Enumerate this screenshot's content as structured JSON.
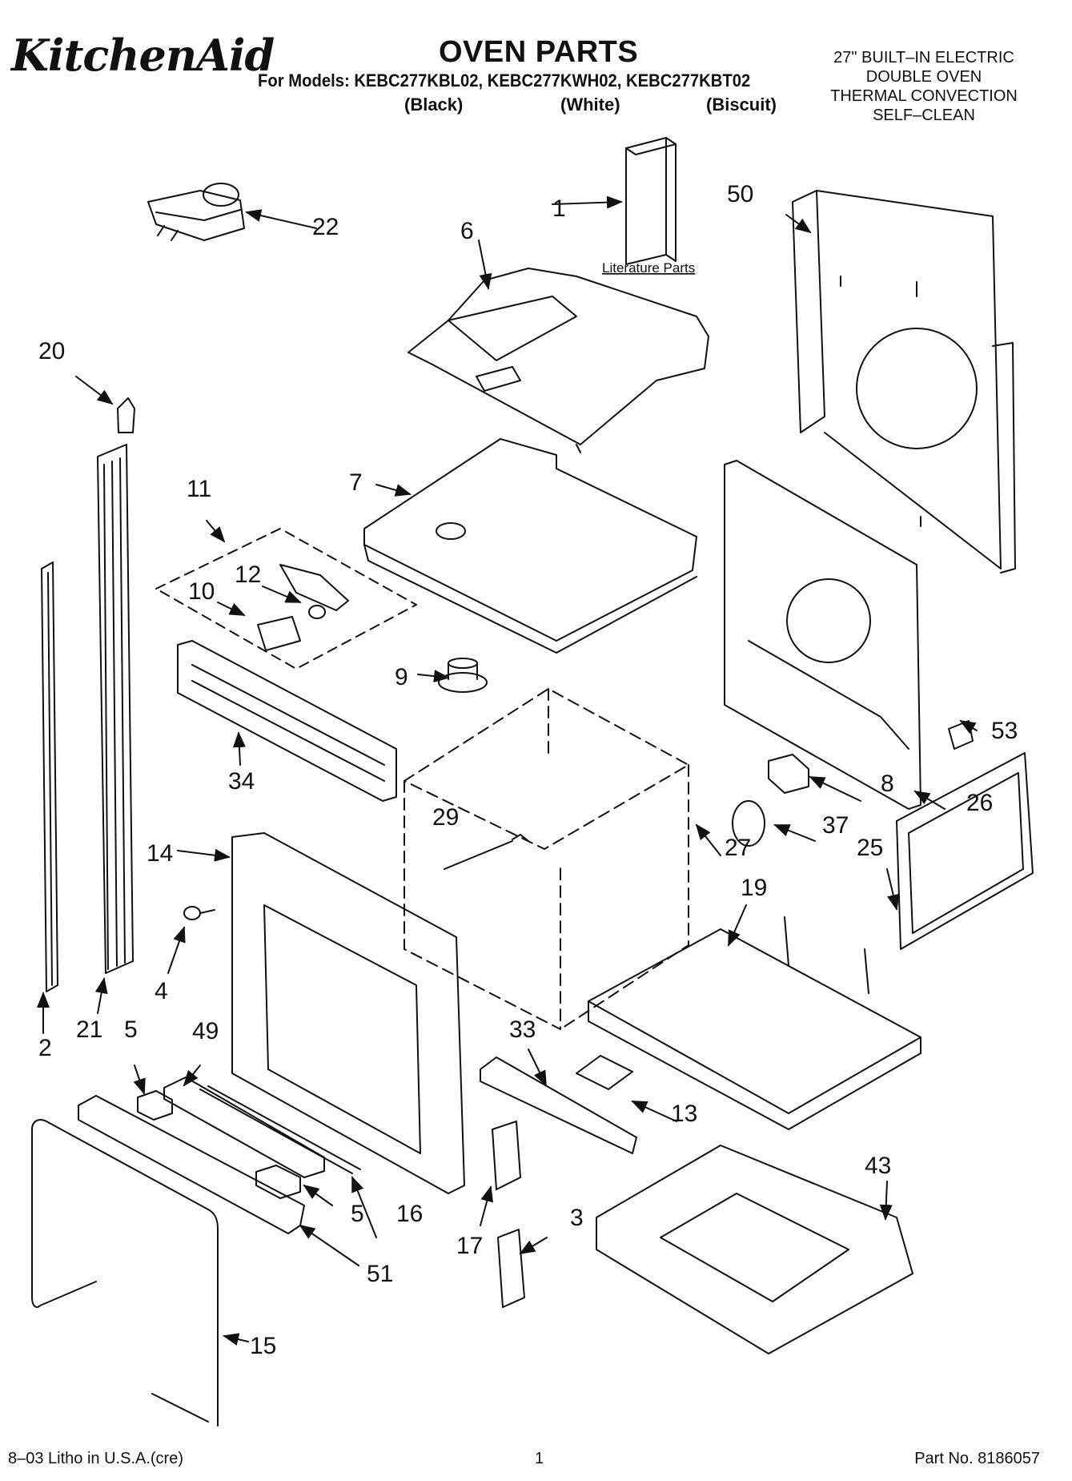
{
  "header": {
    "brand": "KitchenAid",
    "title": "OVEN PARTS",
    "models_line": "For Models: KEBC277KBL02, KEBC277KWH02, KEBC277KBT02",
    "variants": [
      "(Black)",
      "(White)",
      "(Biscuit)"
    ],
    "description": [
      "27\" BUILT–IN ELECTRIC",
      "DOUBLE OVEN",
      "THERMAL CONVECTION",
      "SELF–CLEAN"
    ]
  },
  "diagram": {
    "literature_label": "Literature Parts",
    "callouts": {
      "c1": "1",
      "c2": "2",
      "c3": "3",
      "c4": "4",
      "c5a": "5",
      "c5b": "5",
      "c6": "6",
      "c7": "7",
      "c8": "8",
      "c9": "9",
      "c10": "10",
      "c11": "11",
      "c12": "12",
      "c13": "13",
      "c14": "14",
      "c15": "15",
      "c16": "16",
      "c17": "17",
      "c19": "19",
      "c20": "20",
      "c21": "21",
      "c22": "22",
      "c25": "25",
      "c26": "26",
      "c27": "27",
      "c29": "29",
      "c33": "33",
      "c34": "34",
      "c37": "37",
      "c43": "43",
      "c49": "49",
      "c50": "50",
      "c51": "51",
      "c53": "53"
    }
  },
  "footer": {
    "left": "8–03 Litho in U.S.A.(cre)",
    "center": "1",
    "right": "Part No. 8186057"
  }
}
